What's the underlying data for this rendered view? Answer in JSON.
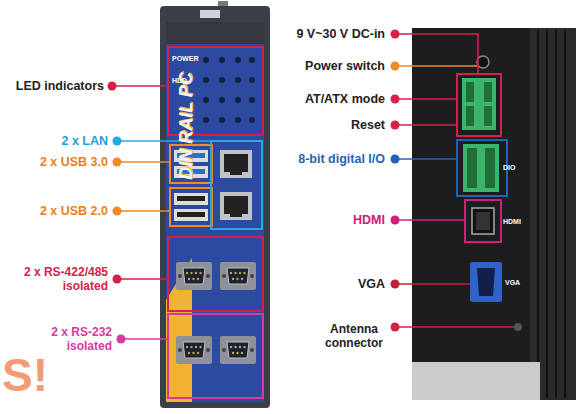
{
  "diagram": {
    "labels": [
      "LED indicators",
      "2 x LAN",
      "2 x USB 3.0",
      "2 x USB 2.0",
      "2 x RS-422/485 isolated",
      "2 x RS-232 isolated",
      "9 V~30 V DC-in",
      "Power switch",
      "AT/ATX mode",
      "Reset",
      "8-bit digital I/O",
      "HDMI",
      "VGA",
      "Antenna connector",
      "DIN RAIL PC",
      "POWER",
      "HDD",
      "DIO",
      "HDMI",
      "VGA",
      "S!"
    ]
  }
}
